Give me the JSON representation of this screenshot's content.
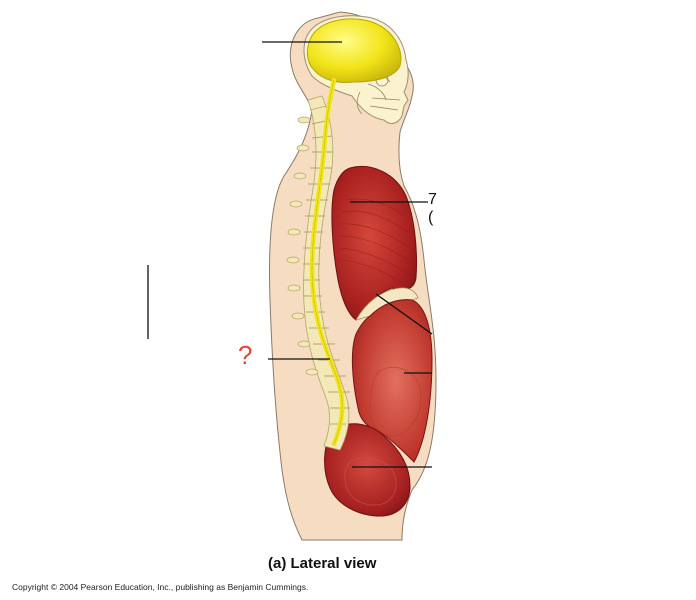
{
  "figure": {
    "question_mark": "?",
    "caption": "(a) Lateral view",
    "copyright": "Copyright © 2004 Pearson Education, Inc., publishing as Benjamin Cummings.",
    "cut_off_label_fragments": [
      "7",
      "("
    ]
  },
  "colors": {
    "skin": "#f6dcc1",
    "skin_outline": "#8a7a6a",
    "nervous_yellow": "#f1e51a",
    "cavity_red": "#b52525",
    "cavity_red_light": "#d95a4a",
    "vertebra": "#f3e9b8",
    "bone": "#fbf3cf",
    "question_red": "#e8433a",
    "leader_line": "#111111"
  }
}
